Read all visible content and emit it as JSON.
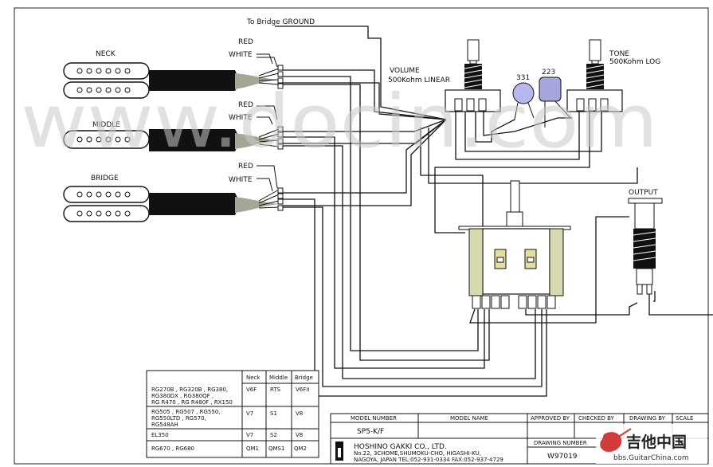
{
  "watermark": "www.docin.com",
  "labels": {
    "bridge_ground": "To Bridge GROUND",
    "neck": "NECK",
    "middle": "MIDDLE",
    "bridge": "BRIDGE",
    "red": "RED",
    "white": "WHITE",
    "volume": "VOLUME",
    "volume_spec": "500Kohm LINEAR",
    "tone": "TONE",
    "tone_spec": "500Kohm LOG",
    "cap1": "331",
    "cap2": "223",
    "output": "OUTPUT"
  },
  "model_table": {
    "headers": [
      "",
      "Neck",
      "Middle",
      "Bridge"
    ],
    "rows": [
      {
        "models": [
          "RG270B , RG320B , RG380,",
          "RG380DX , RG380QF ,",
          "RG R470 , RG R480F , RX150"
        ],
        "neck": "V6F",
        "middle": "RTS",
        "bridge": "V6FII"
      },
      {
        "models": [
          "RG505 , RG507 , RG550,",
          "RG550LTD , RG570,",
          "RG548AH"
        ],
        "neck": "V7",
        "middle": "S1",
        "bridge": "V8"
      },
      {
        "models": [
          "EL350"
        ],
        "neck": "V7",
        "middle": "S2",
        "bridge": "V8"
      },
      {
        "models": [
          "RG670 , RG680"
        ],
        "neck": "QM1",
        "middle": "QMS1",
        "bridge": "QM2"
      }
    ]
  },
  "title_block": {
    "headers": [
      "MODEL NUMBER",
      "MODEL NAME",
      "APPROVED BY",
      "CHECKED BY",
      "DRAWING BY",
      "SCALE"
    ],
    "model_number": "SP5-K/F",
    "company": "HOSHINO GAKKI CO., LTD.",
    "address_1": "No.22, 3CHOME,SHUMOKU-CHO, HIGASHI-KU,",
    "address_2": "NAGOYA, JAPAN      TEL:052-931-0334  FAX:052-937-4729",
    "drawing_number_label": "DRAWING NUMBER",
    "drawing_number": "W97019"
  },
  "stamp": {
    "chinese": "吉他中国",
    "url": "bbs.GuitarChina.com"
  }
}
